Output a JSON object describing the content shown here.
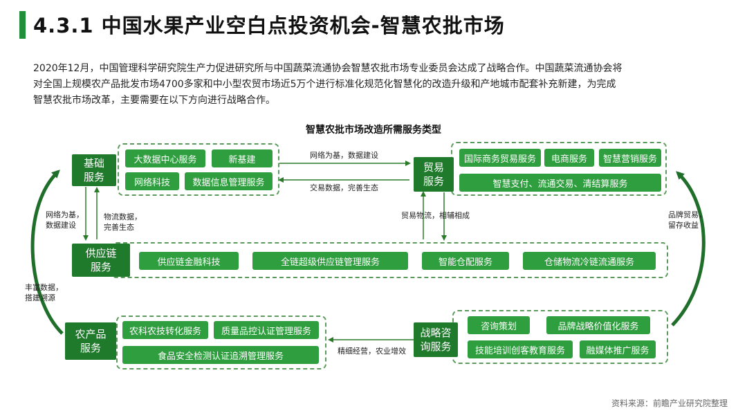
{
  "page": {
    "title": "4.3.1 中国水果产业空白点投资机会-智慧农批市场",
    "intro_lines": [
      "2020年12月，中国管理科学研究院生产力促进研究所与中国蔬菜流通协会智慧农批市场专业委员会达成了战略合作。中国蔬菜流通协会将",
      "对全国上规模农产品批发市场4700多家和中小型农贸市场近5万个进行标准化规范化智慧化的改造升级和产地城市配套补充新建，为完成",
      "智慧农批市场改革，主要需要在以下方向进行战略合作。"
    ],
    "source": "资料来源：前瞻产业研究院整理"
  },
  "diagram": {
    "title": "智慧农批市场改造所需服务类型",
    "basic": {
      "header": [
        "基础",
        "服务"
      ],
      "items": [
        "大数据中心服务",
        "新基建",
        "网络科技",
        "数据信息管理服务"
      ]
    },
    "trade": {
      "header": [
        "贸易",
        "服务"
      ],
      "items": [
        "国际商务贸易服务",
        "电商服务",
        "智慧营销服务",
        "智慧支付、流通交易、清结算服务"
      ]
    },
    "supply": {
      "header": [
        "供应链",
        "服务"
      ],
      "items": [
        "供应链金融科技",
        "全链超级供应链管理服务",
        "智能仓配服务",
        "仓储物流冷链流通服务"
      ]
    },
    "agri": {
      "header": [
        "农产品",
        "服务"
      ],
      "items": [
        "农科农技转化服务",
        "质量品控认证管理服务",
        "食品安全检测认证追溯管理服务"
      ]
    },
    "strategy": {
      "header": [
        "战略咨",
        "询服务"
      ],
      "items": [
        "咨询策划",
        "品牌战略价值化服务",
        "技能培训创客教育服务",
        "融媒体推广服务"
      ]
    },
    "labels": {
      "basic_to_trade": "网络为基，数据建设",
      "trade_to_basic": "交易数据，完善生态",
      "basic_to_supply": [
        "网络为基，",
        "数据建设"
      ],
      "supply_to_basic": [
        "物流数据，",
        "完善生态"
      ],
      "trade_supply": "贸易物流，相辅相成",
      "left_loop": [
        "丰富数据，",
        "搭建溯源"
      ],
      "right_loop": [
        "品牌贸易，",
        "留存收益"
      ],
      "strategy_to_agri": "精细经营，农业增效"
    }
  }
}
